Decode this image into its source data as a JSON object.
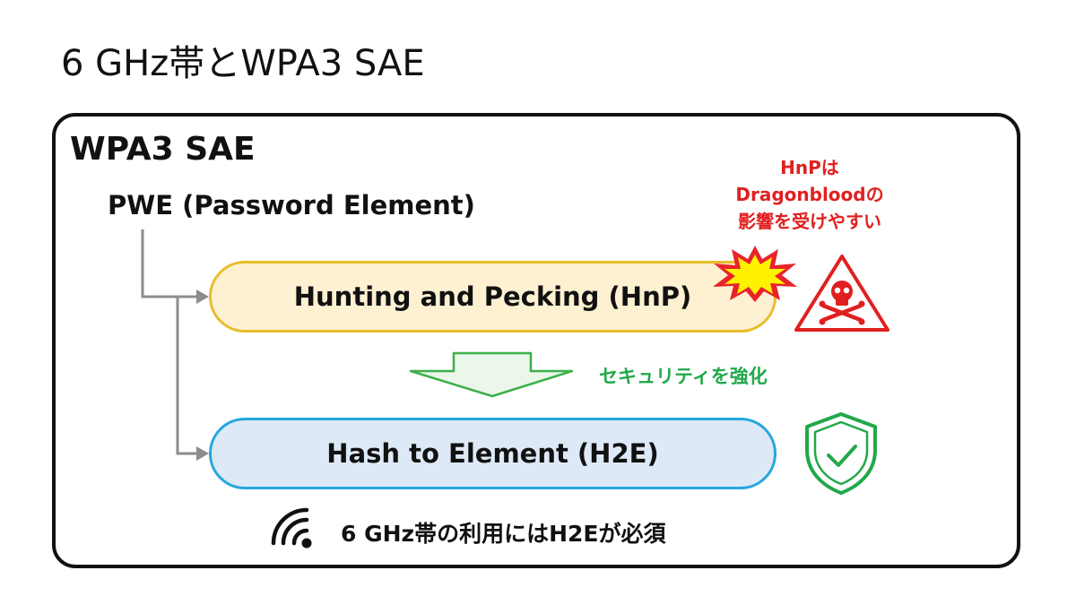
{
  "slide": {
    "title": "6 GHz帯とWPA3 SAE"
  },
  "panel": {
    "title": "WPA3 SAE"
  },
  "pwe": {
    "label": "PWE (Password Element)"
  },
  "methods": {
    "hnp": {
      "label": "Hunting and Pecking (HnP)"
    },
    "h2e": {
      "label": "Hash to Element (H2E)"
    }
  },
  "warning": {
    "lines": [
      "HnPは",
      "Dragonbloodの",
      "影響を受けやすい"
    ]
  },
  "improvement": {
    "label": "セキュリティを強化"
  },
  "footer": {
    "note": "6 GHz帯の利用にはH2Eが必須"
  },
  "icons": {
    "burst": "explosion-burst-icon",
    "hazard": "skull-warning-triangle-icon",
    "shield": "shield-check-icon",
    "wifi": "wifi-signal-icon",
    "down_arrow": "down-arrow-icon"
  },
  "colors": {
    "hnp_fill": "#fdf1d2",
    "hnp_border": "#e9bd2b",
    "h2e_fill": "#dde9f7",
    "h2e_border": "#27a7dd",
    "warning": "#e02020",
    "improvement": "#22a84a",
    "connector": "#8c8c8c"
  }
}
